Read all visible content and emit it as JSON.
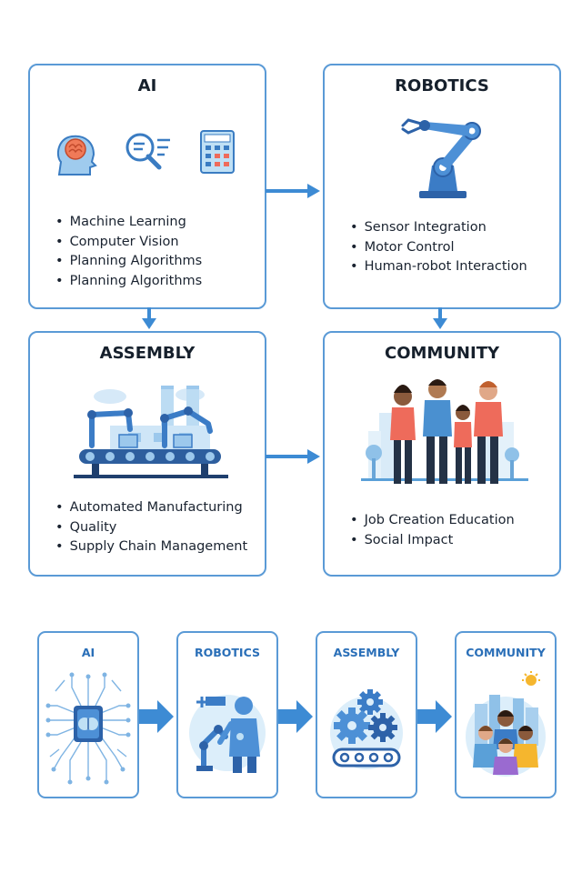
{
  "cards": {
    "ai": {
      "title": "AI",
      "items": [
        "Machine Learning",
        "Computer Vision",
        "Planning Algorithms",
        "Planning Algorithms"
      ]
    },
    "robotics": {
      "title": "ROBOTICS",
      "items": [
        "Sensor Integration",
        "Motor Control",
        "Human-robot Interaction"
      ]
    },
    "assembly": {
      "title": "ASSEMBLY",
      "items": [
        "Automated Manufacturing",
        "Quality",
        "Supply Chain Management"
      ]
    },
    "community": {
      "title": "COMMUNITY",
      "items": [
        "Job Creation Education",
        "Social Impact"
      ]
    }
  },
  "flow": [
    "AI",
    "ROBOTICS",
    "ASSEMBLY",
    "COMMUNITY"
  ],
  "colors": {
    "accent": "#5a9ad6",
    "arrow": "#3d8bd4",
    "salmon": "#ee6b5b",
    "title_blue": "#2a6fb8"
  },
  "icons": [
    "brain-head-icon",
    "magnifier-icon",
    "calculator-icon",
    "robot-arm-icon",
    "factory-icon",
    "people-icon",
    "chip-icon",
    "gears-icon"
  ]
}
